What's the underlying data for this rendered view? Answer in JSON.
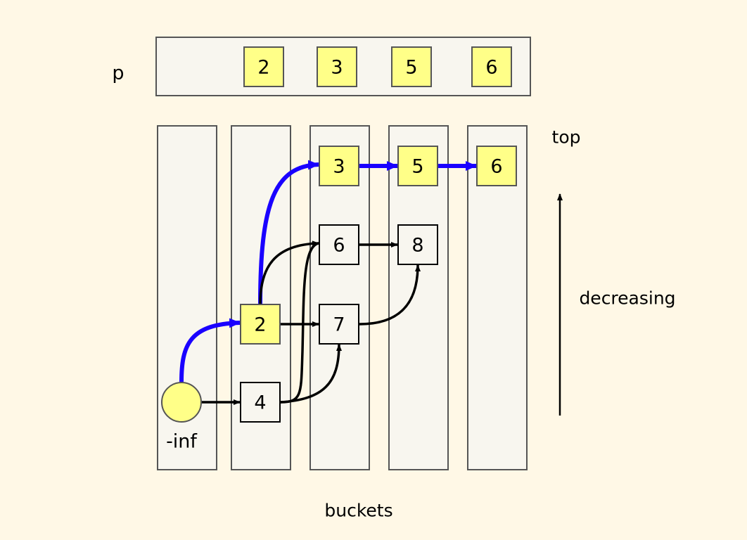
{
  "colors": {
    "background": "#fff8e6",
    "panel": "#f8f6ef",
    "panel_border": "#555555",
    "highlight": "#ffff88",
    "plain_node": "#f8f6ef",
    "blue_edge": "#1a00ff",
    "black_edge": "#000000"
  },
  "p_array": {
    "label": "p",
    "values": [
      "2",
      "3",
      "5",
      "6"
    ]
  },
  "labels": {
    "top": "top",
    "decreasing": "decreasing",
    "buckets": "buckets",
    "neg_inf": "-inf"
  },
  "buckets": [
    {
      "index": 0,
      "nodes": [
        {
          "id": "ninf",
          "value": "",
          "shape": "circle",
          "highlight": true
        }
      ]
    },
    {
      "index": 1,
      "nodes": [
        {
          "id": "n2",
          "value": "2",
          "highlight": true
        },
        {
          "id": "n4",
          "value": "4",
          "highlight": false
        }
      ]
    },
    {
      "index": 2,
      "nodes": [
        {
          "id": "n3",
          "value": "3",
          "highlight": true
        },
        {
          "id": "n6a",
          "value": "6",
          "highlight": false
        },
        {
          "id": "n7",
          "value": "7",
          "highlight": false
        }
      ]
    },
    {
      "index": 3,
      "nodes": [
        {
          "id": "n5",
          "value": "5",
          "highlight": true
        },
        {
          "id": "n8",
          "value": "8",
          "highlight": false
        }
      ]
    },
    {
      "index": 4,
      "nodes": [
        {
          "id": "n6b",
          "value": "6",
          "highlight": true
        }
      ]
    }
  ],
  "edges": [
    {
      "from": "ninf",
      "to": "n2",
      "path": "best"
    },
    {
      "from": "n2",
      "to": "n3",
      "path": "best"
    },
    {
      "from": "n3",
      "to": "n5",
      "path": "best"
    },
    {
      "from": "n5",
      "to": "n6b",
      "path": "best"
    },
    {
      "from": "ninf",
      "to": "n4",
      "path": "other"
    },
    {
      "from": "n2",
      "to": "n6a",
      "path": "other"
    },
    {
      "from": "n2",
      "to": "n7",
      "path": "other"
    },
    {
      "from": "n4",
      "to": "n6a",
      "path": "other"
    },
    {
      "from": "n4",
      "to": "n7",
      "path": "other"
    },
    {
      "from": "n6a",
      "to": "n8",
      "path": "other"
    },
    {
      "from": "n7",
      "to": "n8",
      "path": "other"
    }
  ]
}
